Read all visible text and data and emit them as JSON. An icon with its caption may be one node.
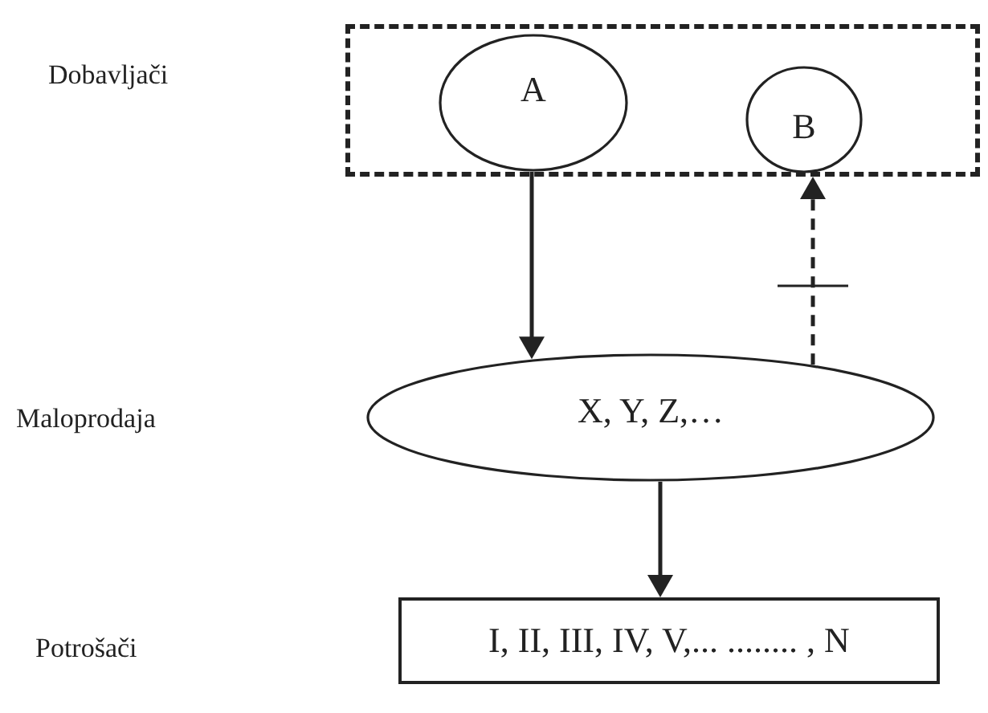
{
  "diagram": {
    "nodes": [
      {
        "text": [],
        "shape": "box"
      },
      {
        "text": [
          "A"
        ],
        "in": 0
      },
      {
        "text": [
          "B"
        ],
        "in": 0
      },
      {
        "text": [
          "X, Y, Z,…"
        ]
      },
      {
        "text": [
          "I, II, III, IV, V,... ........ , N"
        ]
      }
    ],
    "edges": [
      {
        "from": 1,
        "to": 3,
        "arrow": "to"
      },
      {
        "from": 3,
        "to": 0,
        "arrow": "to",
        "style": "dashed"
      },
      {
        "from": 3,
        "to": 4,
        "arrow": "to"
      }
    ],
    "labels": [
      "Dobavljači",
      "Maloprodaja",
      "Potrošači"
    ]
  }
}
